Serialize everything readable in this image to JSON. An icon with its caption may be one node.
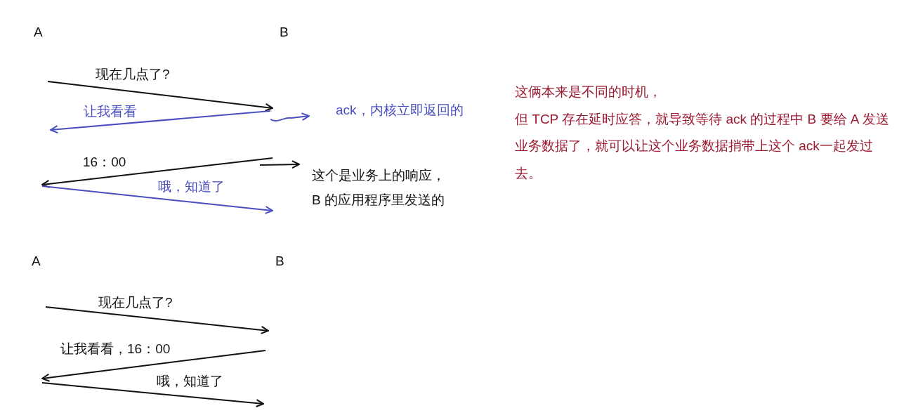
{
  "diagram": {
    "nodes": [
      {
        "text": [
          "ack，内核立即返回的"
        ]
      },
      {
        "text": [
          "这个是业务上的响应，B 的应用程序里发送的"
        ]
      }
    ],
    "edges": [
      {
        "from": null,
        "to": 0,
        "arrow": "to",
        "color": "#4a4fc0"
      },
      {
        "from": null,
        "to": 1,
        "arrow": "to",
        "color": "#111111"
      }
    ],
    "labels": [
      "A",
      "B",
      "现在几点了?",
      "让我看看",
      "16：00",
      "哦，知道了",
      "这俩本来是不同的时机，",
      "但 TCP 存在延时应答，就导致等待 ack 的过程中 B 要给 A 发送业务数据了，就可以让这个业务数据捎带上这个 ack一起发过去。",
      "A",
      "B",
      "现在几点了?",
      "让我看看，16：00",
      "哦，知道了"
    ]
  }
}
